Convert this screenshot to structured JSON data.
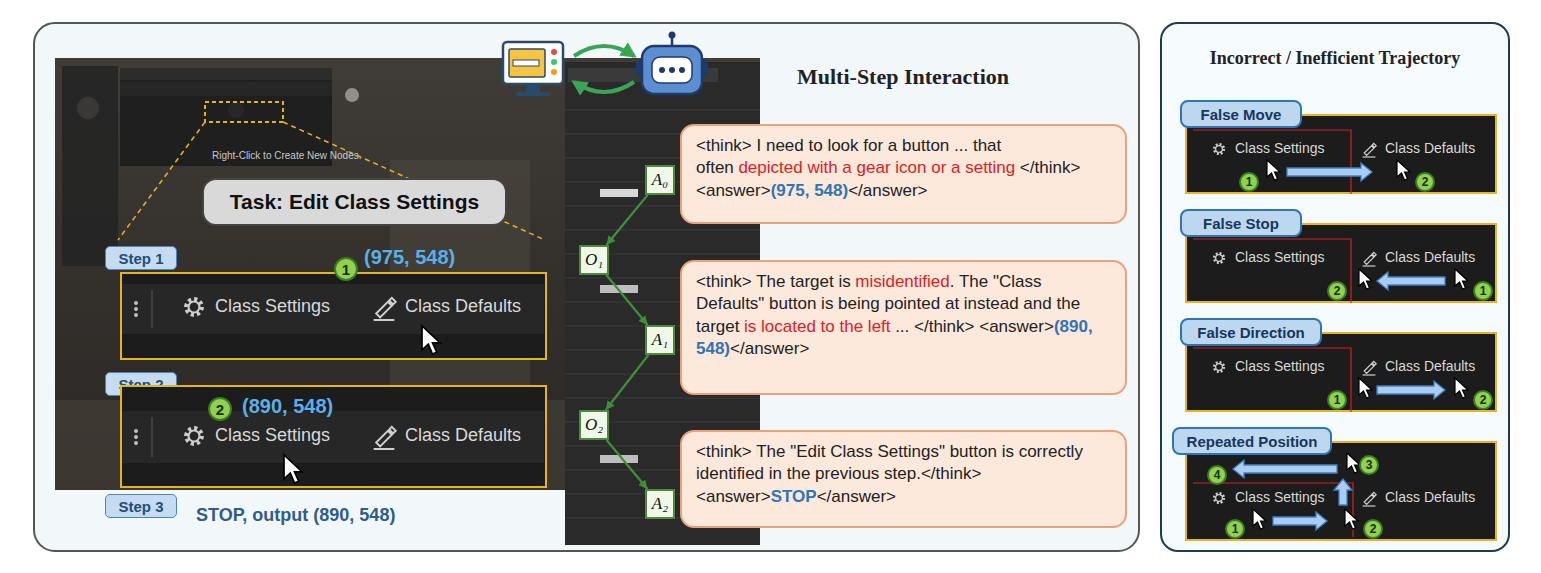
{
  "diagram": {
    "nodes": [
      {
        "text": [
          "Multi-Step Interaction"
        ]
      },
      {
        "text": [
          "Task: Edit Class Settings"
        ],
        "in": 0
      },
      {
        "text": [
          "Step 1"
        ],
        "in": 0
      },
      {
        "text": [
          "Class Settings",
          "Class Defaults",
          "(975, 548)"
        ],
        "in": 0
      },
      {
        "text": [
          "1"
        ],
        "in": 3
      },
      {
        "text": [
          "Step 2"
        ],
        "in": 0
      },
      {
        "text": [
          "Class Settings",
          "Class Defaults",
          "(890, 548)"
        ],
        "in": 0
      },
      {
        "text": [
          "2"
        ],
        "in": 6
      },
      {
        "text": [
          "Step 3"
        ],
        "in": 0
      },
      {
        "text": [
          "A₀"
        ],
        "in": 0
      },
      {
        "text": [
          "O₁"
        ],
        "in": 0
      },
      {
        "text": [
          "A₁"
        ],
        "in": 0
      },
      {
        "text": [
          "O₂"
        ],
        "in": 0
      },
      {
        "text": [
          "A₂"
        ],
        "in": 0
      },
      {
        "text": [
          "<think> I need to look for a button ... that often",
          "depicted with a gear icon or a setting",
          "</think> <answer>",
          "(975, 548)",
          "</answer>"
        ],
        "in": 0
      },
      {
        "text": [
          "<think> The target is",
          "misidentified",
          ". The \"Class Defaults\" button is being pointed at instead and the target",
          "is located to the left",
          "... </think> <answer>",
          "(890, 548)",
          "</answer>"
        ],
        "in": 0
      },
      {
        "text": [
          "<think> The \"Edit Class Settings\" button is correctly identified in the previous step.</think> <answer>",
          "STOP",
          "</answer>"
        ],
        "in": 0
      },
      {
        "text": [
          "Incorrect / Inefficient Trajectory"
        ]
      },
      {
        "text": [
          "False Move"
        ],
        "in": 17
      },
      {
        "text": [
          "Class Settings",
          "Class Defaults"
        ],
        "in": 17
      },
      {
        "text": [
          "1"
        ],
        "in": 19
      },
      {
        "text": [
          "2"
        ],
        "in": 19
      },
      {
        "text": [
          "False Stop"
        ],
        "in": 17
      },
      {
        "text": [
          "Class Settings",
          "Class Defaults"
        ],
        "in": 17
      },
      {
        "text": [
          "2"
        ],
        "in": 23
      },
      {
        "text": [
          "1"
        ],
        "in": 23
      },
      {
        "text": [
          "False Direction"
        ],
        "in": 17
      },
      {
        "text": [
          "Class Settings",
          "Class Defaults"
        ],
        "in": 17
      },
      {
        "text": [
          "1"
        ],
        "in": 27
      },
      {
        "text": [
          "2"
        ],
        "in": 27
      },
      {
        "text": [
          "Repeated Position"
        ],
        "in": 17
      },
      {
        "text": [
          "Class Settings",
          "Class Defaults"
        ],
        "in": 17
      },
      {
        "text": [
          "3"
        ],
        "in": 31
      },
      {
        "text": [
          "4"
        ],
        "in": 31
      },
      {
        "text": [
          "1"
        ],
        "in": 31
      },
      {
        "text": [
          "2"
        ],
        "in": 31
      }
    ],
    "edges": [
      {
        "from": 9,
        "to": 10,
        "arrow": "to"
      },
      {
        "from": 10,
        "to": 11,
        "arrow": "to"
      },
      {
        "from": 11,
        "to": 12,
        "arrow": "to"
      },
      {
        "from": 12,
        "to": 13,
        "arrow": "to"
      }
    ],
    "labels": [
      "Right-Click to Create New Nodes.",
      "STOP, output (890, 548)"
    ]
  }
}
